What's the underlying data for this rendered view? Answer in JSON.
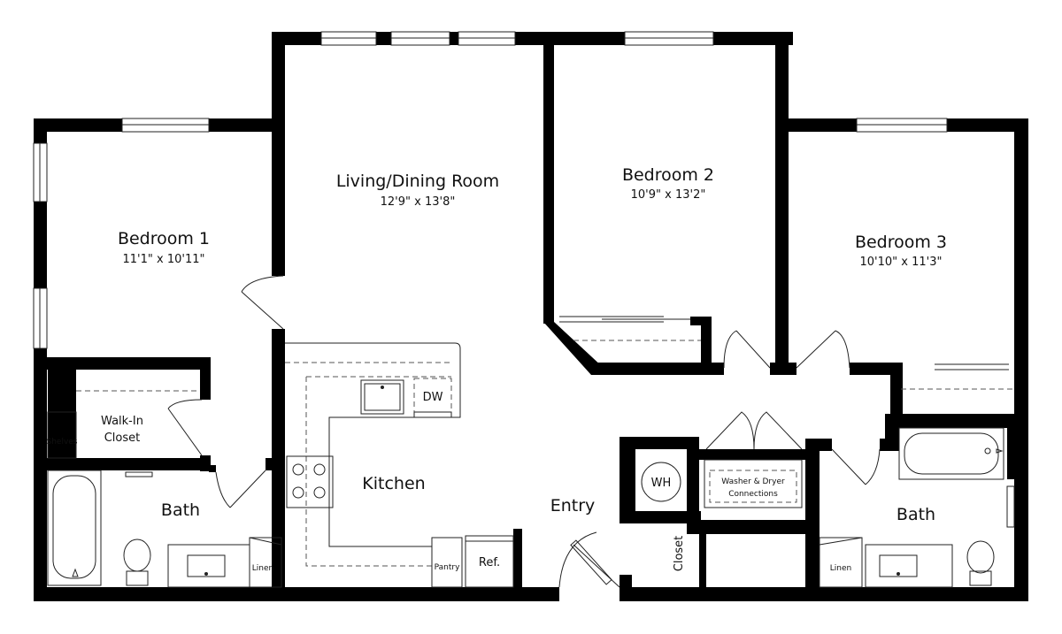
{
  "rooms": {
    "living": {
      "name": "Living/Dining Room",
      "dims": "12'9\" x 13'8\""
    },
    "bedroom1": {
      "name": "Bedroom 1",
      "dims": "11'1\" x 10'11\""
    },
    "bedroom2": {
      "name": "Bedroom 2",
      "dims": "10'9\" x 13'2\""
    },
    "bedroom3": {
      "name": "Bedroom 3",
      "dims": "10'10\" x 11'3\""
    },
    "kitchen": {
      "name": "Kitchen"
    },
    "entry": {
      "name": "Entry"
    },
    "bath_left": {
      "name": "Bath"
    },
    "bath_right": {
      "name": "Bath"
    },
    "walkin": {
      "line1": "Walk-In",
      "line2": "Closet"
    },
    "closet": {
      "name": "Closet"
    }
  },
  "fixtures": {
    "shelves": "Shelves",
    "dw": "DW",
    "wh": "WH",
    "washer_line1": "Washer & Dryer",
    "washer_line2": "Connections",
    "pantry": "Pantry",
    "ref": "Ref.",
    "linen_left": "Linen",
    "linen_right": "Linen"
  }
}
